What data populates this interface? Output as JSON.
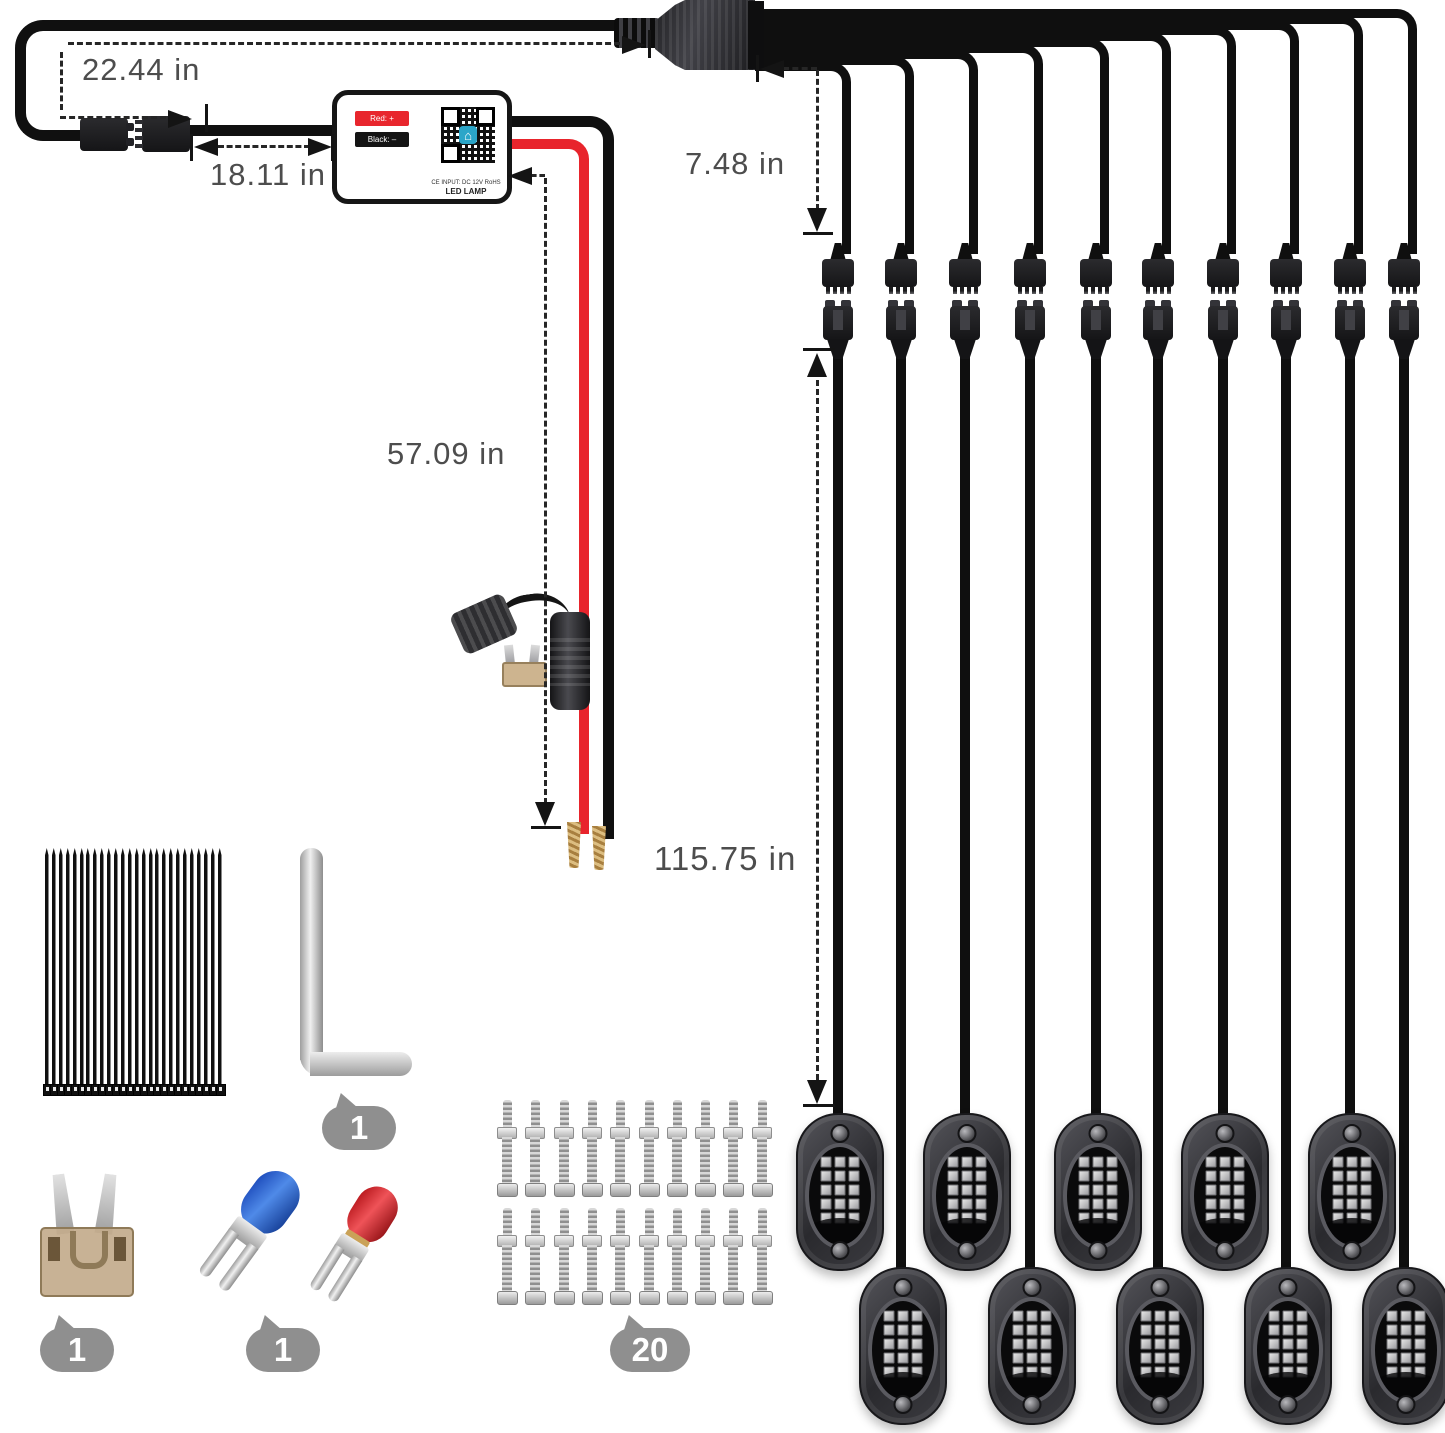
{
  "dims": {
    "loop": "22.44 in",
    "lead": "18.11 in",
    "drop": "7.48 in",
    "power": "57.09 in",
    "pod": "115.75 in"
  },
  "controller": {
    "red_label": "Red: +",
    "black_label": "Black: –",
    "cert_text": "CE  INPUT: DC 12V  RoHS",
    "name_text": "LED LAMP",
    "qr_center_icon": "house-icon"
  },
  "badges": {
    "wrench": "1",
    "fuse": "1",
    "terminals": "1",
    "screws": "20"
  },
  "counts": {
    "harness_wires": 10,
    "rock_light_pods": 10,
    "led_chips_per_pod": 15,
    "zip_ties": 26,
    "screws": 20
  },
  "colors": {
    "wire_black": "#0f0f0f",
    "wire_red": "#e8242c",
    "dim_text": "#4d4d4d",
    "badge_gray": "#8f8f8f",
    "terminal_blue": "#2b63d9",
    "terminal_red": "#d8232a",
    "bare_wire_gold": "#c9a463",
    "qr_icon_blue": "#2ba6c9"
  }
}
